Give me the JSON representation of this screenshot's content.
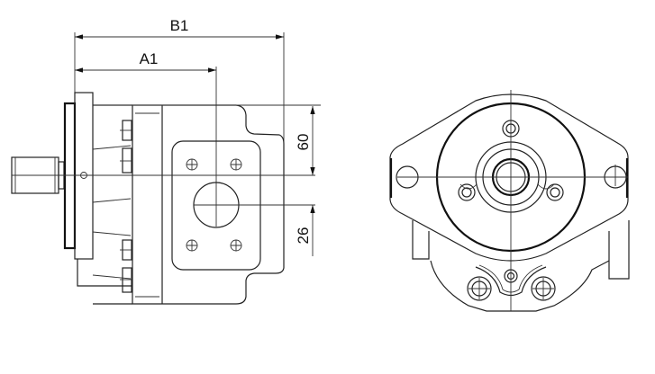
{
  "drawing": {
    "side_view": {
      "dimensions": {
        "b1": "B1",
        "a1": "A1",
        "upper_offset": "60",
        "lower_offset": "26"
      }
    },
    "front_view": {}
  }
}
